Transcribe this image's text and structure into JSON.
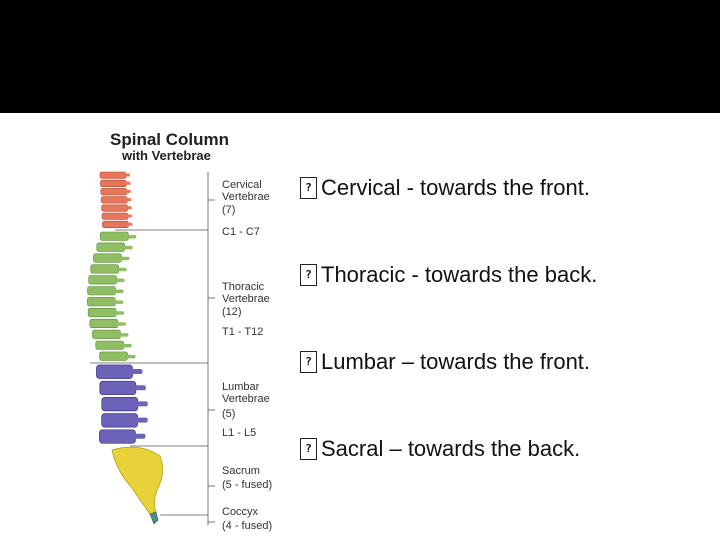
{
  "slide": {
    "bullets": [
      {
        "marker": "�",
        "text": "Cervical - towards the front."
      },
      {
        "marker": "�",
        "text": "Thoracic -  towards the back."
      },
      {
        "marker": "�",
        "text": "Lumbar – towards the front."
      },
      {
        "marker": "�",
        "text": "Sacral – towards the back."
      }
    ]
  },
  "diagram": {
    "title_line1": "Spinal Column",
    "title_line2": "with Vertebrae",
    "labels": {
      "cervical": [
        "Cervical",
        "Vertebrae",
        "(7)",
        "C1 - C7"
      ],
      "thoracic": [
        "Thoracic",
        "Vertebrae",
        "(12)",
        "T1 - T12"
      ],
      "lumbar": [
        "Lumbar",
        "Vertebrae",
        "(5)",
        "L1 - L5"
      ],
      "sacrum": [
        "Sacrum",
        "(5 - fused)"
      ],
      "coccyx": [
        "Coccyx",
        "(4 - fused)"
      ]
    },
    "colors": {
      "cervical": "#e8765a",
      "thoracic": "#8fbf62",
      "lumbar": "#6c63b8",
      "sacrum": "#e8d23a",
      "coccyx": "#4a8a8a",
      "background_band": "#000000"
    }
  }
}
